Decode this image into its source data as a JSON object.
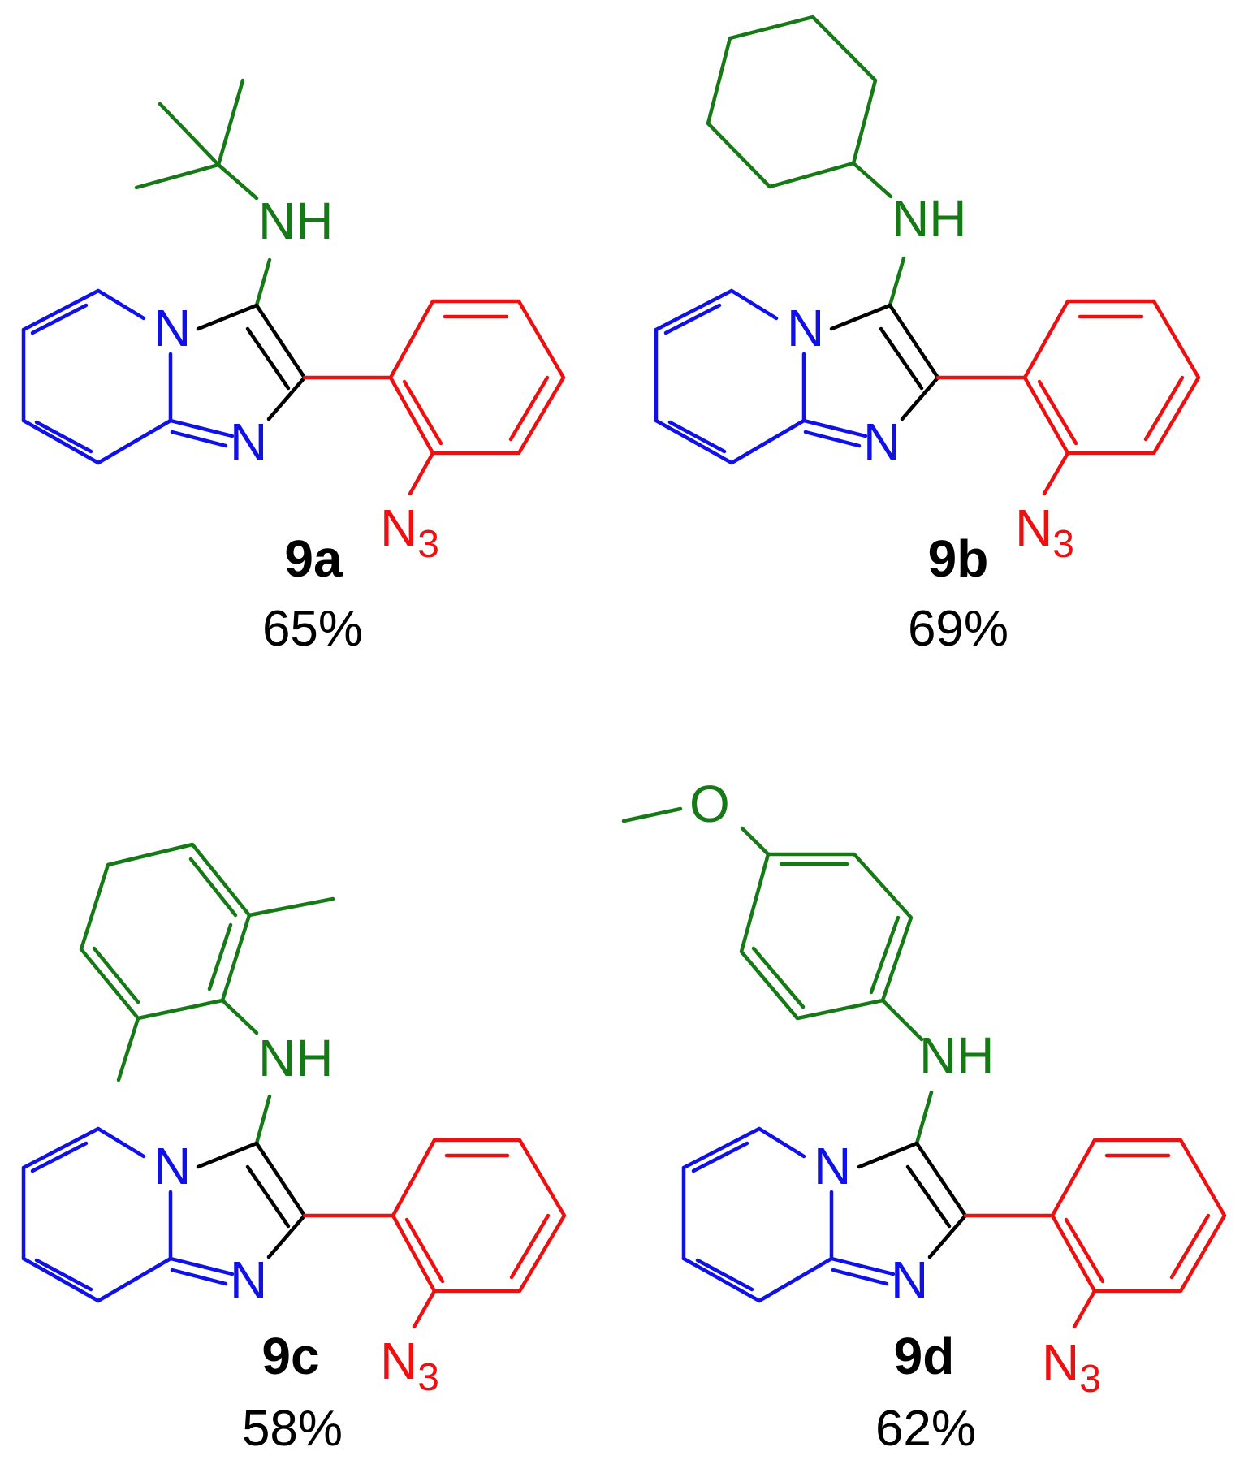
{
  "colors": {
    "core": "#1010e8",
    "amine": "#157a15",
    "aryl": "#ee1010",
    "bridge": "#000000"
  },
  "atoms": {
    "n": "N",
    "nh": "NH",
    "o": "O",
    "azide_n": "N",
    "azide_sub": "3"
  },
  "compounds": [
    {
      "id": "9a",
      "yield": "65%"
    },
    {
      "id": "9b",
      "yield": "69%"
    },
    {
      "id": "9c",
      "yield": "58%"
    },
    {
      "id": "9d",
      "yield": "62%"
    }
  ]
}
